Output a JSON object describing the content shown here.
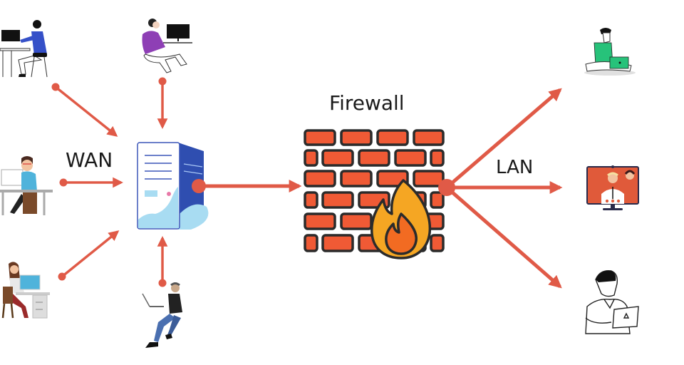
{
  "diagram": {
    "title": "Firewall",
    "labels": {
      "wan": "WAN",
      "firewall": "Firewall",
      "lan": "LAN"
    },
    "colors": {
      "arrow": "#e05a47",
      "brick": "#f05a35",
      "brick_outline": "#2b2b2b",
      "flame_outer": "#f5a623",
      "flame_inner": "#f26b22",
      "server_front": "#ffffff",
      "server_side": "#2f4eb0",
      "server_accent": "#a8dcf2",
      "background": "#ffffff"
    },
    "nodes": [
      {
        "id": "wan-user-desk-blue",
        "group": "WAN",
        "description": "person in blue shirt at desktop computer"
      },
      {
        "id": "wan-user-headset-purple",
        "group": "WAN",
        "description": "woman in purple with headset at monitor"
      },
      {
        "id": "wan-user-desk-cyan",
        "group": "WAN",
        "description": "man in cyan shirt at desk"
      },
      {
        "id": "wan-user-woman-desk",
        "group": "WAN",
        "description": "woman at desk with monitor"
      },
      {
        "id": "wan-user-laptop-sitting",
        "group": "WAN",
        "description": "man sitting with laptop"
      },
      {
        "id": "server",
        "group": "core",
        "description": "server tower"
      },
      {
        "id": "firewall",
        "group": "core",
        "description": "brick wall with flame"
      },
      {
        "id": "lan-user-laptop-green",
        "group": "LAN",
        "description": "man in green sitting with laptop"
      },
      {
        "id": "lan-video-call-monitor",
        "group": "LAN",
        "description": "monitor showing video call"
      },
      {
        "id": "lan-user-laptop-sketch",
        "group": "LAN",
        "description": "man holding laptop (sketch)"
      }
    ],
    "edges": [
      {
        "from": "wan-user-desk-blue",
        "to": "server"
      },
      {
        "from": "wan-user-headset-purple",
        "to": "server"
      },
      {
        "from": "wan-user-desk-cyan",
        "to": "server"
      },
      {
        "from": "wan-user-woman-desk",
        "to": "server"
      },
      {
        "from": "wan-user-laptop-sitting",
        "to": "server"
      },
      {
        "from": "server",
        "to": "firewall"
      },
      {
        "from": "firewall",
        "to": "lan-user-laptop-green"
      },
      {
        "from": "firewall",
        "to": "lan-video-call-monitor"
      },
      {
        "from": "firewall",
        "to": "lan-user-laptop-sketch"
      }
    ]
  }
}
